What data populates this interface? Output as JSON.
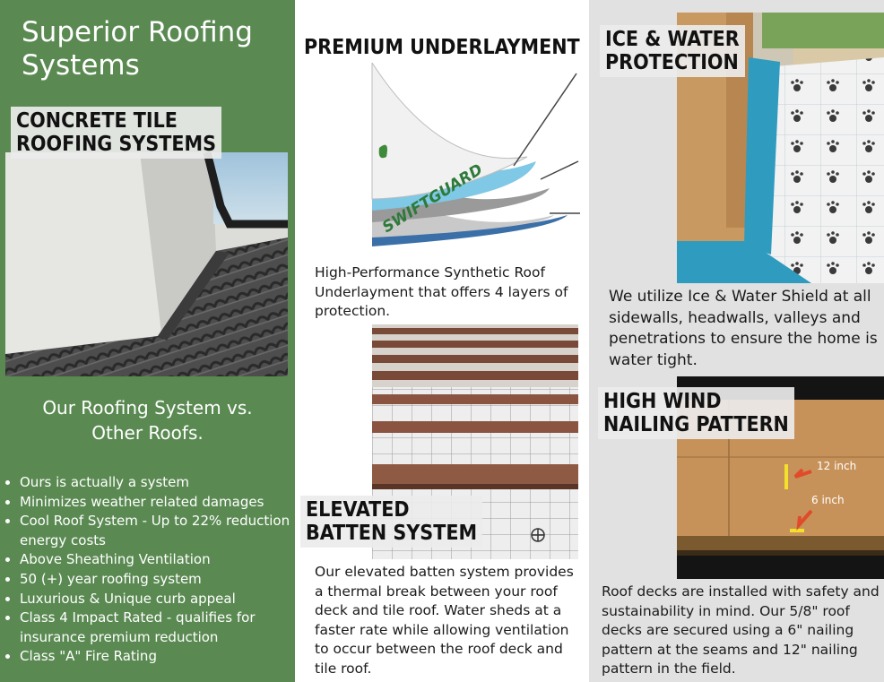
{
  "left": {
    "brand_title": "Superior Roofing Systems",
    "section_tag": [
      "CONCRETE TILE",
      "ROOFING SYSTEMS"
    ],
    "comparison_title": "Our Roofing System vs. Other Roofs.",
    "bullets": [
      "Ours is actually a system",
      "Minimizes weather related damages",
      "Cool Roof System - Up to 22% reduction in energy costs",
      "Above Sheathing Ventilation",
      "50 (+) year roofing system",
      "Luxurious & Unique curb appeal",
      "Class 4 Impact Rated - qualifies for insurance premium reduction",
      "Class \"A\" Fire Rating"
    ]
  },
  "middle": {
    "underlayment_tag": "PREMIUM UNDERLAYMENT",
    "underlayment_brand": "SWIFTGUARD",
    "underlayment_text": "High-Performance Synthetic Roof Underlayment that offers 4 layers of protection.",
    "batten_tag": [
      "ELEVATED",
      "BATTEN SYSTEM"
    ],
    "batten_text": "Our elevated batten system provides a thermal break between your roof deck and tile roof. Water sheds at a faster rate while allowing ventilation to occur between the roof deck and tile roof."
  },
  "right": {
    "ice_tag": [
      "ICE & WATER",
      "PROTECTION"
    ],
    "ice_text": "We utilize Ice & Water Shield at all sidewalls, headwalls, valleys and penetrations to ensure the home is water tight.",
    "wind_tag": [
      "HIGH WIND",
      "NAILING PATTERN"
    ],
    "wind_label_12": "12 inch",
    "wind_label_6": "6 inch",
    "wind_text": "Roof decks are installed with safety and sustainability in mind. Our 5/8\" roof decks are secured using a 6\" nailing pattern at the seams and 12\" nailing pattern in the field."
  },
  "colors": {
    "left_panel": "#5a8a52",
    "right_panel": "#e1e1e1",
    "underlayment_blue": "#7fc8e6",
    "osb": "#c7925a"
  }
}
